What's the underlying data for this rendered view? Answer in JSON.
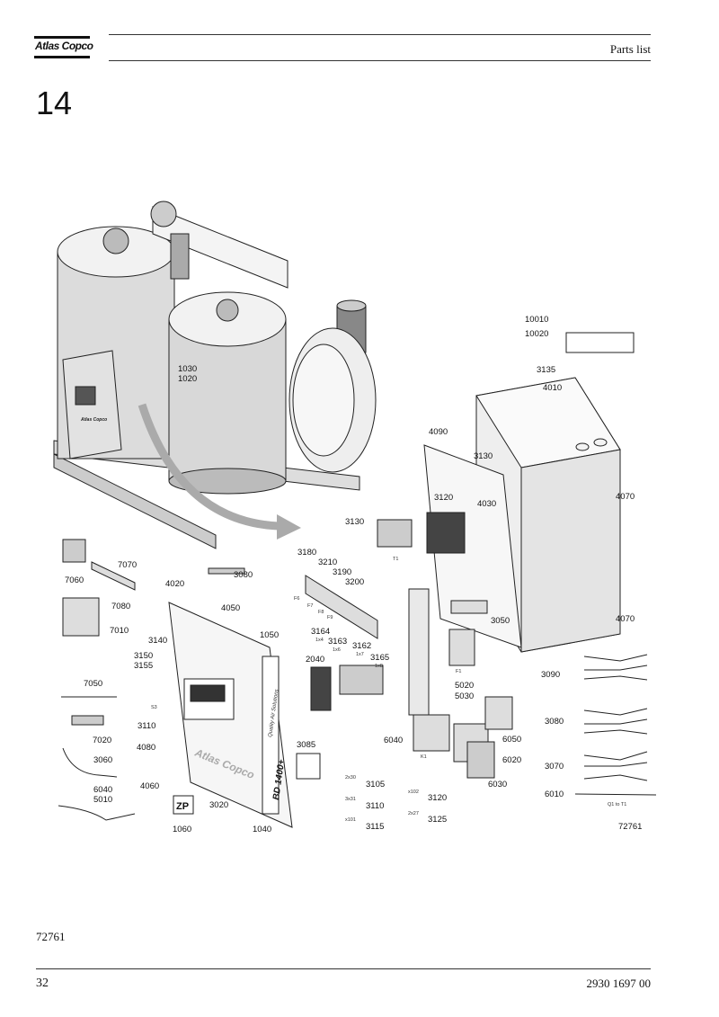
{
  "header": {
    "brand": "Atlas Copco",
    "title": "Parts list"
  },
  "section_number": "14",
  "figure": {
    "id_label": "72761",
    "panel_brand": "Atlas Copco",
    "panel_model": "BD 1400+",
    "panel_slogan": "Quality Air Solutions",
    "zp_label": "ZP",
    "callouts": [
      "10010",
      "10020",
      "3135",
      "4010",
      "1030",
      "1020",
      "4090",
      "3130",
      "4030",
      "4070",
      "3120",
      "3130",
      "3180",
      "3210",
      "3190",
      "3200",
      "3164",
      "3163",
      "3162",
      "3165",
      "3050",
      "7060",
      "7070",
      "7080",
      "3080",
      "4020",
      "4050",
      "1050",
      "7010",
      "3140",
      "3150",
      "3155",
      "2040",
      "5020",
      "5030",
      "3090",
      "7050",
      "3110",
      "3085",
      "6040",
      "6050",
      "7020",
      "4080",
      "3080",
      "3060",
      "4060",
      "3020",
      "6020",
      "3070",
      "6040",
      "5010",
      "3105",
      "3110",
      "3120",
      "6030",
      "3115",
      "3125",
      "6010",
      "1060",
      "1040"
    ],
    "small_marks": [
      "F6",
      "F7",
      "F8",
      "F9",
      "1x4",
      "1x6",
      "1x7",
      "1x8",
      "T1",
      "S3",
      "F1",
      "K1",
      "Q1 to T1",
      "2x30",
      "3x31",
      "x102",
      "x101",
      "2x27"
    ]
  },
  "figure_caption": "72761",
  "footer": {
    "page": "32",
    "doc_number": "2930 1697 00"
  }
}
